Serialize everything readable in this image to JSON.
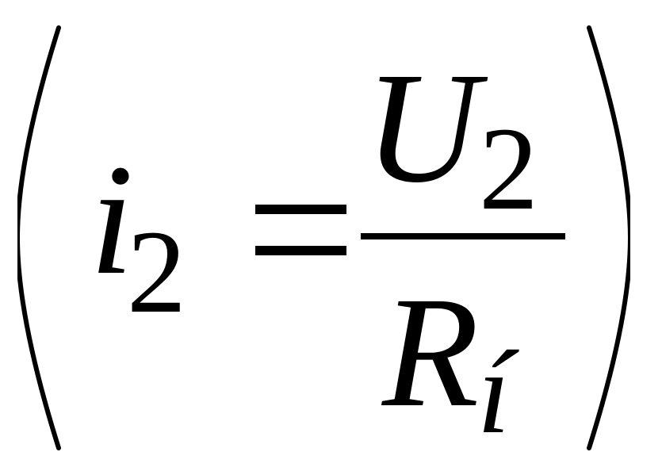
{
  "formula": {
    "left_paren": "(",
    "right_paren": ")",
    "lhs": {
      "variable": "i",
      "subscript": "2"
    },
    "operator": "=",
    "numerator": {
      "variable": "U",
      "subscript": "2"
    },
    "denominator": {
      "variable": "R",
      "subscript": "í"
    }
  }
}
